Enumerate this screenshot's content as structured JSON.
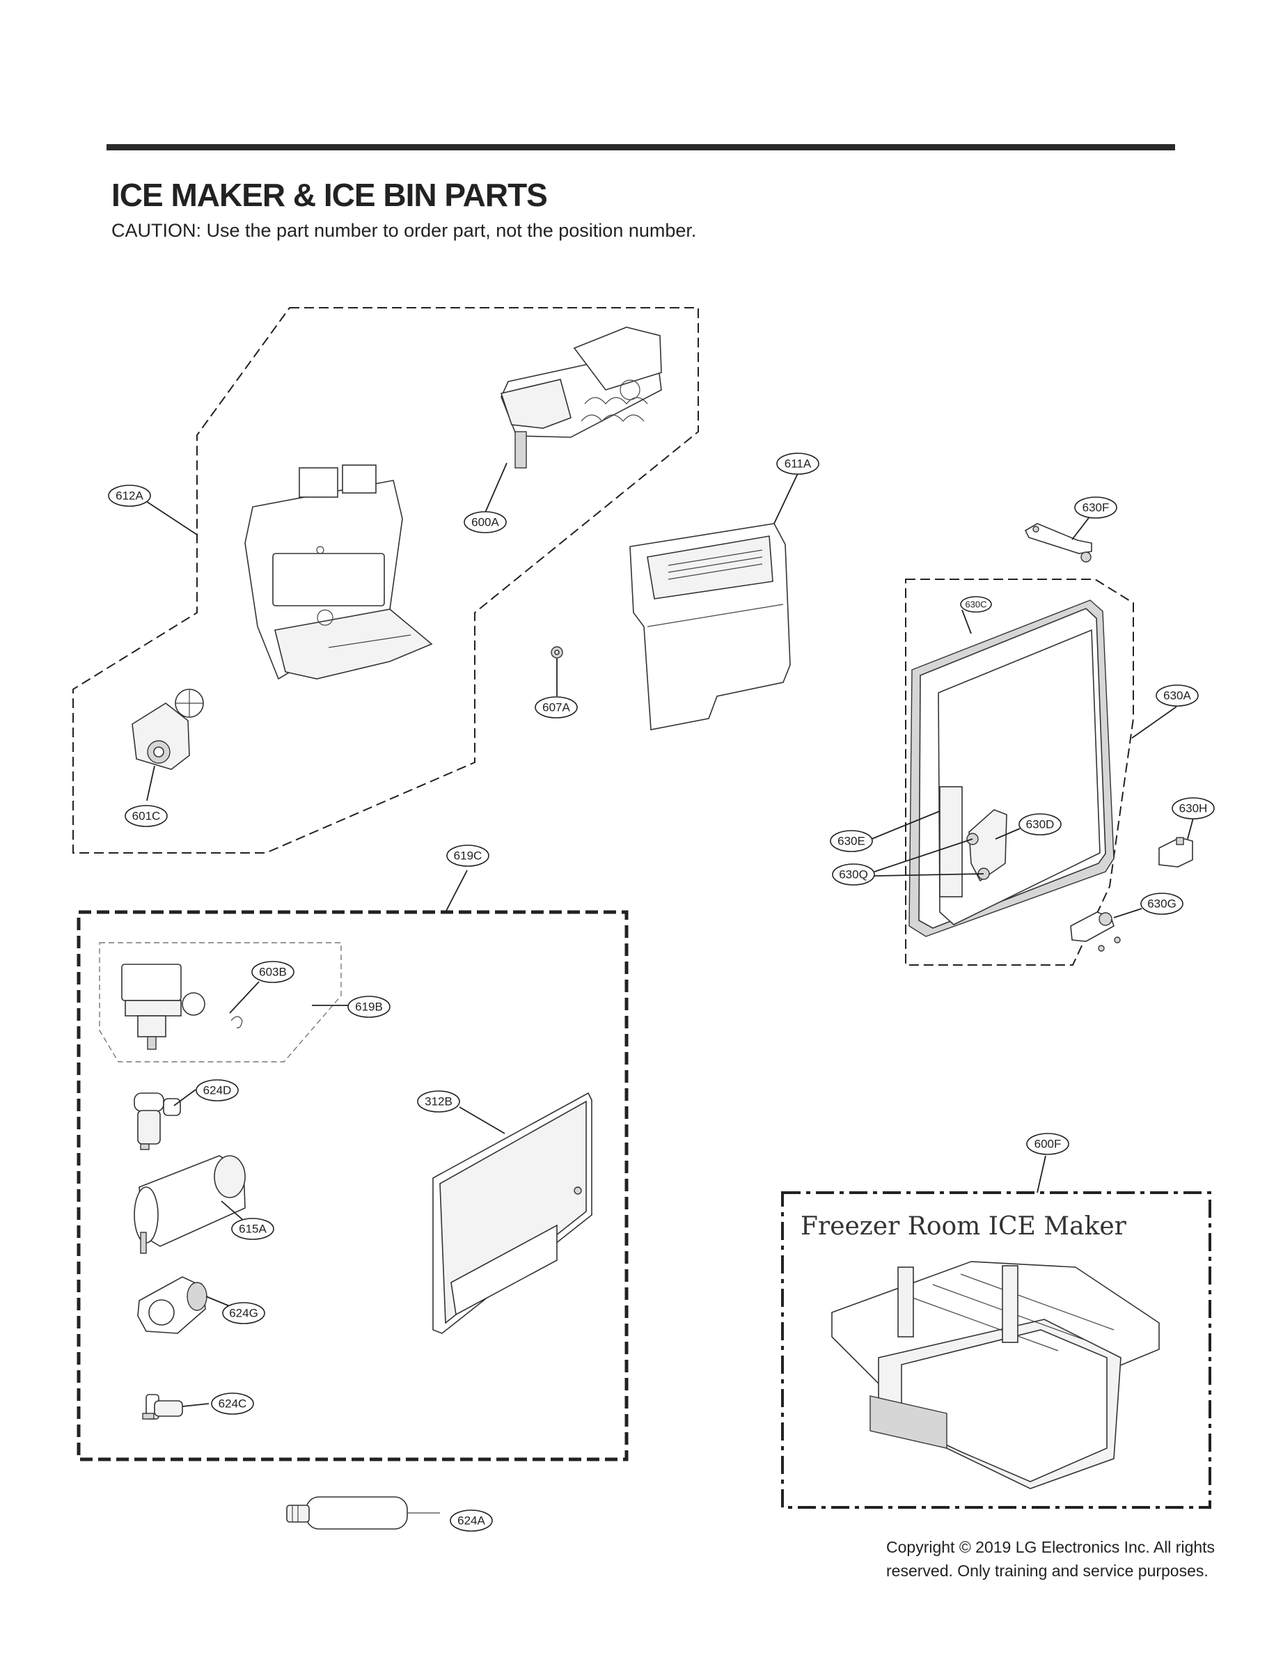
{
  "header": {
    "title": "ICE MAKER & ICE BIN PARTS",
    "caution": "CAUTION: Use the part number to order part, not the position number."
  },
  "callouts": {
    "p612A": "612A",
    "p600A": "600A",
    "p611A": "611A",
    "p630F": "630F",
    "p630C": "630C",
    "p630A": "630A",
    "p607A": "607A",
    "p601C": "601C",
    "p630H": "630H",
    "p630D": "630D",
    "p630E": "630E",
    "p630Q": "630Q",
    "p630G": "630G",
    "p619C": "619C",
    "p603B": "603B",
    "p619B": "619B",
    "p624D": "624D",
    "p312B": "312B",
    "p615A": "615A",
    "p624G": "624G",
    "p624C": "624C",
    "p600F": "600F",
    "p624A": "624A"
  },
  "freezer_box": {
    "label": "Freezer Room ICE Maker"
  },
  "footer": {
    "copyright_line1": "Copyright © 2019  LG Electronics Inc. All rights",
    "copyright_line2": "reserved. Only training and service purposes."
  }
}
